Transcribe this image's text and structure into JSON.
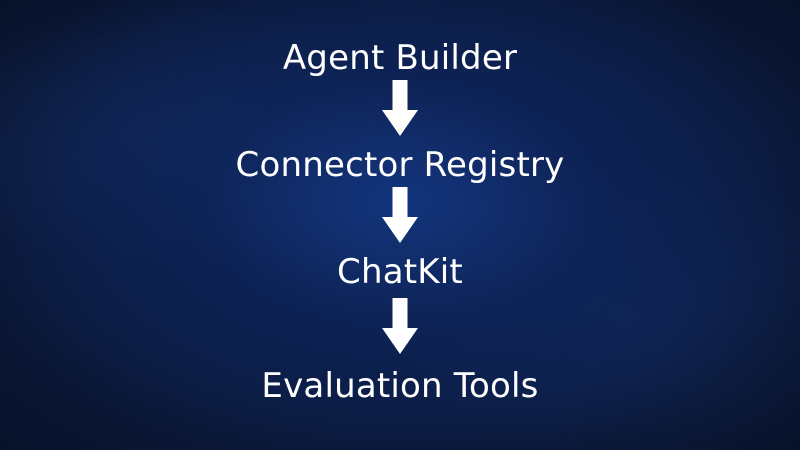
{
  "flow": {
    "steps": [
      "Agent Builder",
      "Connector Registry",
      "ChatKit",
      "Evaluation Tools"
    ]
  },
  "colors": {
    "background": "#0b1a3d",
    "text": "#ffffff",
    "arrow": "#ffffff"
  }
}
